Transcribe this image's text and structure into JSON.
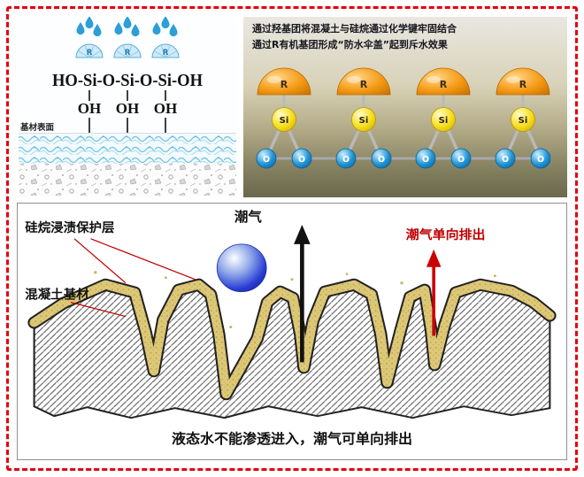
{
  "colors": {
    "frame_red": "#e3000f",
    "annotation_red": "#c00000",
    "silane_layer_yellow": "#ddc878",
    "si_yellow": "#f7df1e",
    "o_blue": "#2196d8",
    "r_orange": "#f59a16",
    "moisture_blue": "#2a3fd4"
  },
  "top_left": {
    "r_label": "R",
    "formula_main": "HO-Si-O-Si-O-Si-OH",
    "oh_label": "OH",
    "surface_label": "基材表面"
  },
  "top_right": {
    "caption_line1": "通过羟基团将混凝土与硅烷通过化学键牢固结合",
    "caption_line2": "通过R有机基团形成“防水伞盖”起到斥水效果",
    "r_label": "R",
    "si_label": "Si",
    "o_label": "O"
  },
  "bottom": {
    "layer_label": "硅烷浸渍保护层",
    "substrate_label": "混凝土基材",
    "moisture_label": "潮气",
    "one_way_label": "潮气单向排出",
    "caption": "液态水不能渗透进入，潮气可单向排出"
  }
}
